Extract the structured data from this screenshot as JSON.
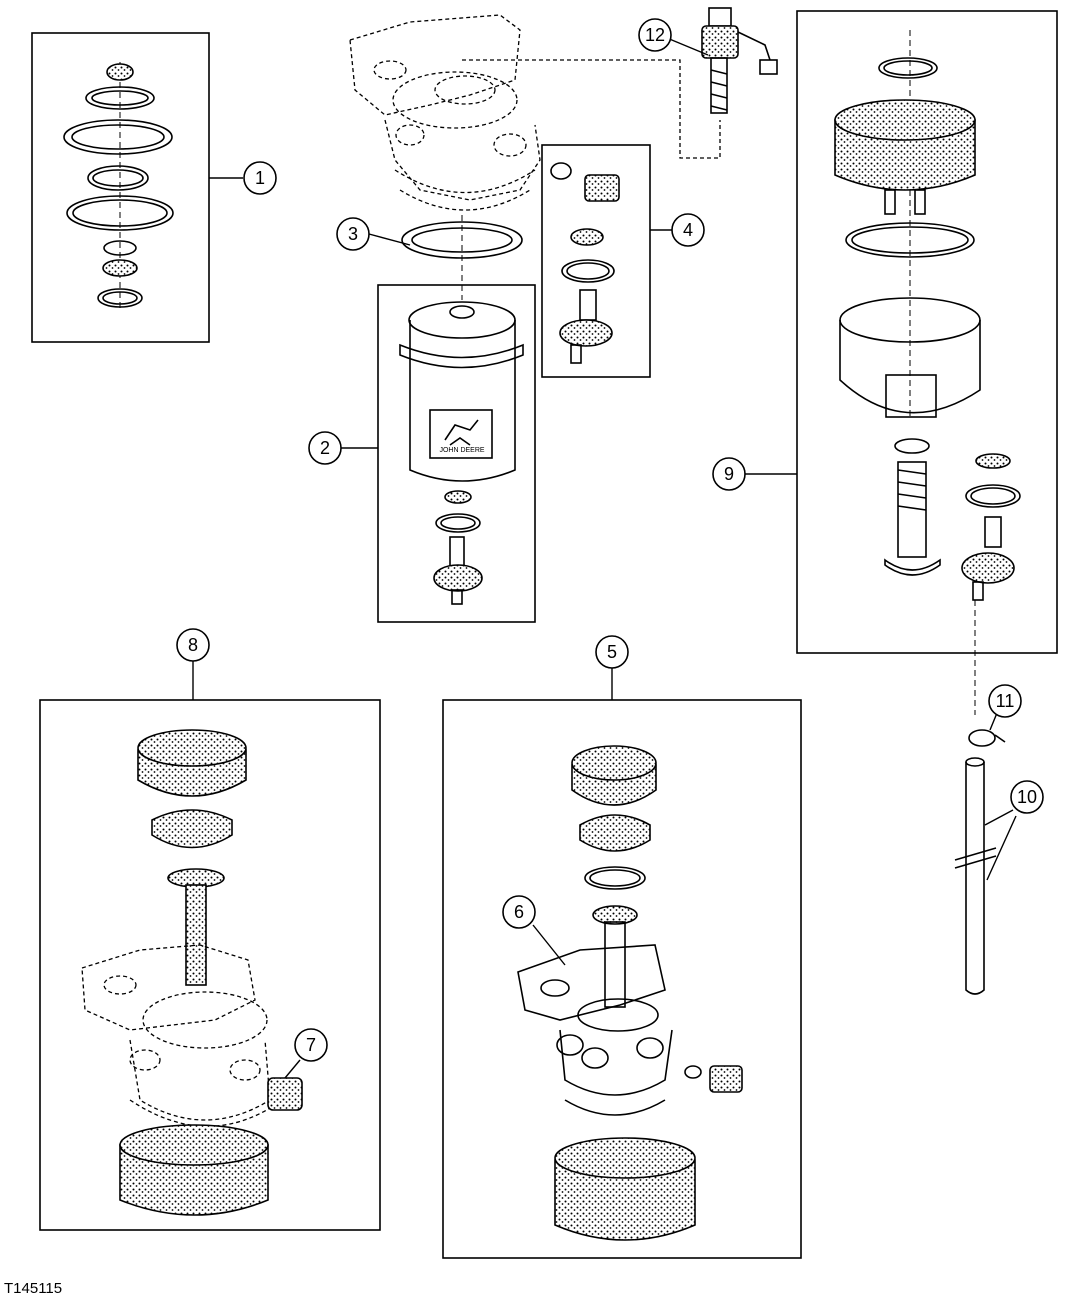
{
  "figure_id": "T145115",
  "callouts": [
    "1",
    "2",
    "3",
    "4",
    "5",
    "6",
    "7",
    "8",
    "9",
    "10",
    "11",
    "12"
  ],
  "logo_text": "JOHN DEERE",
  "colors": {
    "ink": "#000000",
    "paper": "#ffffff"
  }
}
